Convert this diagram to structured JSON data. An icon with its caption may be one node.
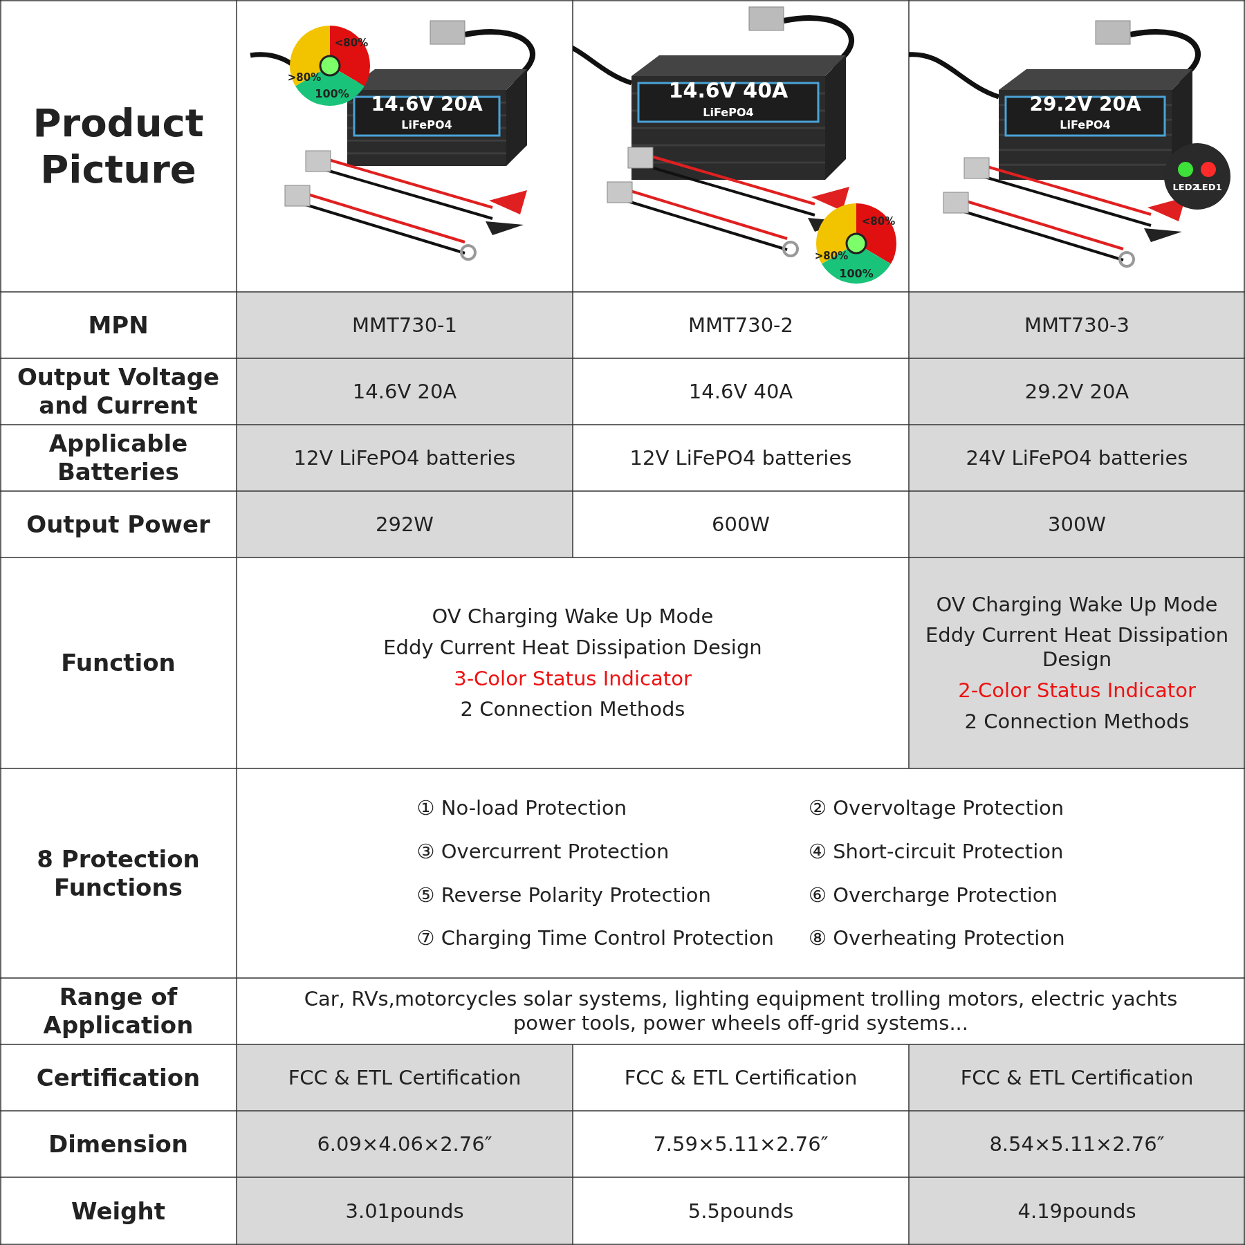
{
  "diagram": {
    "labels": [
      "Product Picture",
      ">80%",
      "<80%",
      "100%",
      "14.6V 20A",
      "LiFePO4",
      "14.6V 40A",
      "LiFePO4",
      ">80%",
      "<80%",
      "100%",
      "29.2V 20A",
      "LiFePO4",
      "LED2",
      "LED1",
      "MPN",
      "MMT730-1",
      "MMT730-2",
      "MMT730-3",
      "Output Voltage and Current",
      "14.6V 20A",
      "14.6V 40A",
      "29.2V 20A",
      "Applicable Batteries",
      "12V LiFePO4 batteries",
      "12V LiFePO4 batteries",
      "24V LiFePO4 batteries",
      "Output Power",
      "292W",
      "600W",
      "300W",
      "Function",
      "OV Charging Wake Up Mode",
      "Eddy Current Heat Dissipation Design",
      "3-Color Status Indicator",
      "2 Connection Methods",
      "OV Charging Wake Up Mode",
      "Eddy Current Heat Dissipation Design",
      "2-Color Status Indicator",
      "2 Connection Methods",
      "8 Protection Functions",
      "① No-load Protection",
      "② Overvoltage Protection",
      "③ Overcurrent Protection",
      "④ Short-circuit Protection",
      "⑤ Reverse Polarity Protection",
      "⑥ Overcharge Protection",
      "⑦ Charging Time Control Protection",
      "⑧ Overheating Protection",
      "Range of Application",
      "Car, RVs,motorcycles solar systems, lighting equipment trolling motors, electric yachts power tools, power wheels off-grid systems...",
      "Certification",
      "FCC & ETL Certification",
      "FCC & ETL Certification",
      "FCC & ETL Certification",
      "Dimension",
      "6.09×4.06×2.76″",
      "7.59×5.11×2.76″",
      "8.54×5.11×2.76″",
      "Weight",
      "3.01pounds",
      "5.5pounds",
      "4.19pounds"
    ]
  }
}
